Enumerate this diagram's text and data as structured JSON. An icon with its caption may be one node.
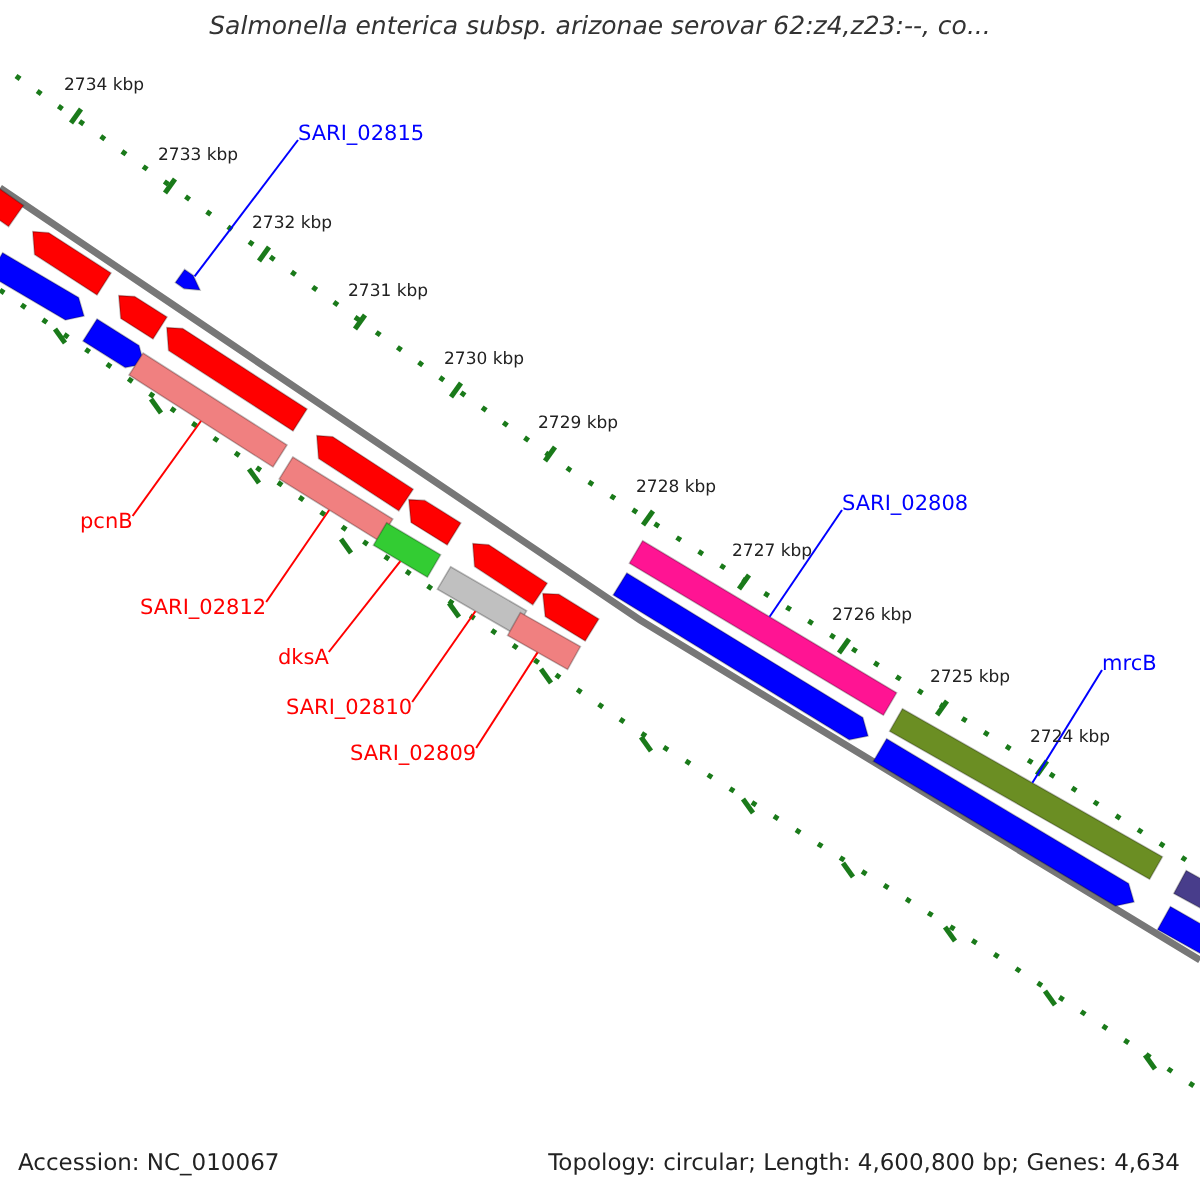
{
  "diagram": {
    "title": "Salmonella enterica subsp. arizonae serovar 62:z4,z23:--, co...",
    "nodes": [
      {
        "text": [
          "SARI_02815"
        ]
      },
      {
        "text": [
          "SARI_02808"
        ]
      },
      {
        "text": [
          "mrcB"
        ]
      },
      {
        "text": [
          "pcnB"
        ]
      },
      {
        "text": [
          "SARI_02812"
        ]
      },
      {
        "text": [
          "dksA"
        ]
      },
      {
        "text": [
          "SARI_02810"
        ]
      },
      {
        "text": [
          "SARI_02809"
        ]
      },
      {
        "text": [],
        "shape": "bar"
      },
      {
        "text": [],
        "shape": "bar"
      },
      {
        "text": [],
        "shape": "bar"
      },
      {
        "text": [],
        "shape": "bar"
      },
      {
        "text": [],
        "shape": "bar"
      },
      {
        "text": [],
        "shape": "bar"
      },
      {
        "text": [],
        "shape": "bar"
      },
      {
        "text": [],
        "shape": "bar"
      },
      {
        "text": [],
        "shape": "bar"
      },
      {
        "text": [],
        "shape": "bar"
      },
      {
        "text": [],
        "shape": "bar"
      },
      {
        "text": [],
        "shape": "bar"
      },
      {
        "text": [],
        "shape": "bar"
      },
      {
        "text": [],
        "shape": "bar"
      },
      {
        "text": [],
        "shape": "bar"
      },
      {
        "text": [],
        "shape": "bar"
      },
      {
        "text": [],
        "shape": "bar"
      },
      {
        "text": [],
        "shape": "bar"
      },
      {
        "text": [],
        "shape": "bar"
      },
      {
        "text": [],
        "shape": "bar"
      },
      {
        "text": [],
        "shape": "bar"
      },
      {
        "text": [],
        "shape": "bar"
      }
    ],
    "edges": [
      {
        "from": 0,
        "to": 14,
        "arrow": "none",
        "color": "#0000ff"
      },
      {
        "from": 1,
        "to": 24,
        "arrow": "none",
        "color": "#0000ff"
      },
      {
        "from": 2,
        "to": 26,
        "arrow": "none",
        "color": "#0000ff"
      },
      {
        "from": 3,
        "to": 15,
        "arrow": "none"
      },
      {
        "from": 4,
        "to": 17,
        "arrow": "none"
      },
      {
        "from": 5,
        "to": 19,
        "arrow": "none"
      },
      {
        "from": 6,
        "to": 21,
        "arrow": "none"
      },
      {
        "from": 7,
        "to": 23,
        "arrow": "none"
      }
    ],
    "labels": [
      "2734 kbp",
      "2733 kbp",
      "2732 kbp",
      "2731 kbp",
      "2730 kbp",
      "2729 kbp",
      "2728 kbp",
      "2727 kbp",
      "2726 kbp",
      "2725 kbp",
      "2724 kbp",
      "Accession: NC_010067",
      "Topology: circular; Length: 4,600,800 bp; Genes: 4,634"
    ]
  }
}
